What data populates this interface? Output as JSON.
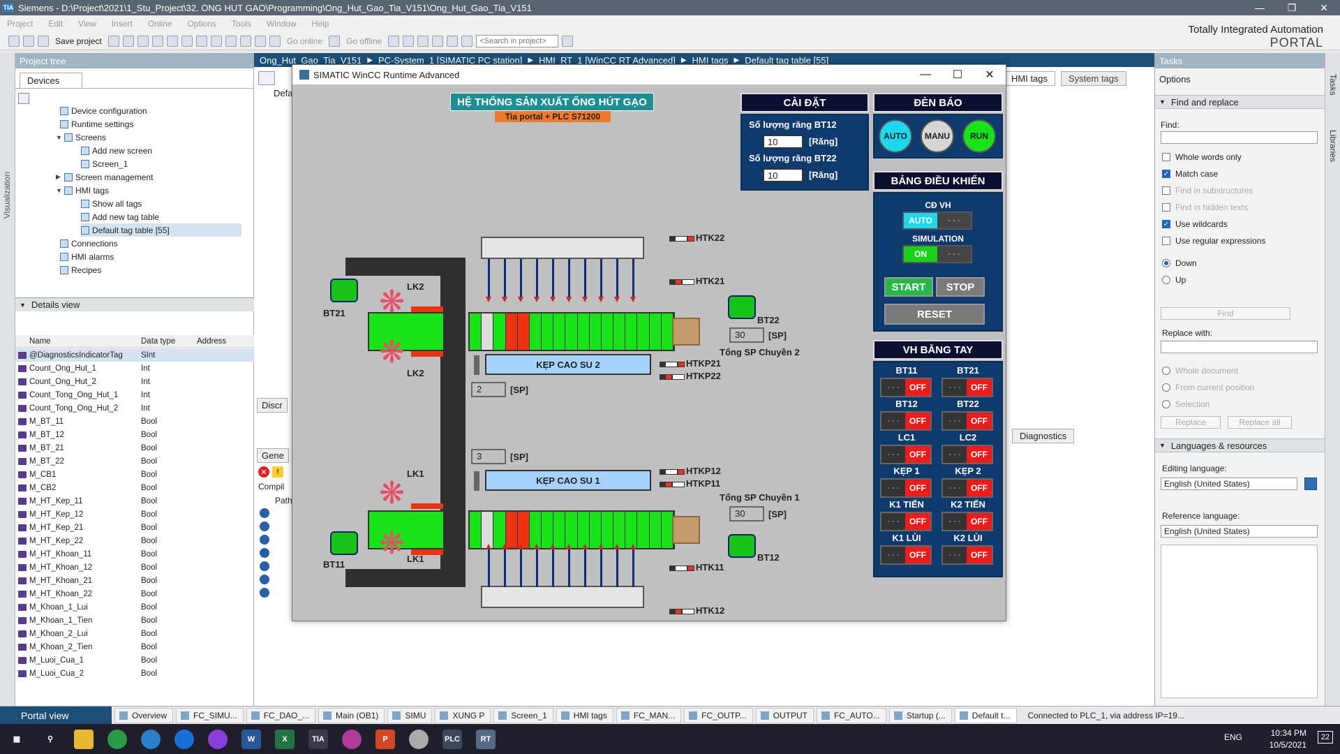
{
  "window": {
    "title": "Siemens  -  D:\\Project\\2021\\1_Stu_Project\\32. ONG HUT GAO\\Programming\\Ong_Hut_Gao_Tia_V151\\Ong_Hut_Gao_Tia_V151"
  },
  "menu": [
    "Project",
    "Edit",
    "View",
    "Insert",
    "Online",
    "Options",
    "Tools",
    "Window",
    "Help"
  ],
  "toolbar": {
    "save": "Save project",
    "go_online": "Go online",
    "go_offline": "Go offline",
    "search_placeholder": "<Search in project>"
  },
  "brand": {
    "line1": "Totally Integrated Automation",
    "line2": "PORTAL"
  },
  "side_strip": "Visualization",
  "project_tree": {
    "title": "Project tree",
    "devices_tab": "Devices",
    "items": [
      {
        "label": "Device configuration",
        "indent": 3
      },
      {
        "label": "Runtime settings",
        "indent": 3
      },
      {
        "label": "Screens",
        "indent": 2,
        "expand": "open"
      },
      {
        "label": "Add new screen",
        "indent": 4
      },
      {
        "label": "Screen_1",
        "indent": 4
      },
      {
        "label": "Screen management",
        "indent": 2,
        "expand": "closed"
      },
      {
        "label": "HMI tags",
        "indent": 2,
        "expand": "open"
      },
      {
        "label": "Show all tags",
        "indent": 4
      },
      {
        "label": "Add new tag table",
        "indent": 4
      },
      {
        "label": "Default tag table [55]",
        "indent": 4,
        "selected": true
      },
      {
        "label": "Connections",
        "indent": 3
      },
      {
        "label": "HMI alarms",
        "indent": 3
      },
      {
        "label": "Recipes",
        "indent": 3
      }
    ],
    "details_view": "Details view",
    "columns": [
      "Name",
      "Data type",
      "Address"
    ],
    "tags": [
      [
        "@DiagnosticsIndicatorTag",
        "SInt"
      ],
      [
        "Count_Ong_Hut_1",
        "Int"
      ],
      [
        "Count_Ong_Hut_2",
        "Int"
      ],
      [
        "Count_Tong_Ong_Hut_1",
        "Int"
      ],
      [
        "Count_Tong_Ong_Hut_2",
        "Int"
      ],
      [
        "M_BT_11",
        "Bool"
      ],
      [
        "M_BT_12",
        "Bool"
      ],
      [
        "M_BT_21",
        "Bool"
      ],
      [
        "M_BT_22",
        "Bool"
      ],
      [
        "M_CB1",
        "Bool"
      ],
      [
        "M_CB2",
        "Bool"
      ],
      [
        "M_HT_Kep_11",
        "Bool"
      ],
      [
        "M_HT_Kep_12",
        "Bool"
      ],
      [
        "M_HT_Kep_21",
        "Bool"
      ],
      [
        "M_HT_Kep_22",
        "Bool"
      ],
      [
        "M_HT_Khoan_11",
        "Bool"
      ],
      [
        "M_HT_Khoan_12",
        "Bool"
      ],
      [
        "M_HT_Khoan_21",
        "Bool"
      ],
      [
        "M_HT_Khoan_22",
        "Bool"
      ],
      [
        "M_Khoan_1_Lui",
        "Bool"
      ],
      [
        "M_Khoan_1_Tien",
        "Bool"
      ],
      [
        "M_Khoan_2_Lui",
        "Bool"
      ],
      [
        "M_Khoan_2_Tien",
        "Bool"
      ],
      [
        "M_Luoi_Cua_1",
        "Bool"
      ],
      [
        "M_Luoi_Cua_2",
        "Bool"
      ]
    ]
  },
  "breadcrumb": [
    "Ong_Hut_Gao_Tia_V151",
    "PC-System_1 [SIMATIC PC station]",
    "HMI_RT_1 [WinCC RT Advanced]",
    "HMI tags",
    "Default tag table [55]"
  ],
  "center_tabs": {
    "hmi_tags": "HMI tags",
    "system_tags": "System tags",
    "defa": "Defa",
    "disc": "Discr",
    "gene": "Gene",
    "compil": "Compil",
    "path": "Path",
    "diagnostics": "Diagnostics"
  },
  "hmi": {
    "title": "SIMATIC WinCC Runtime Advanced",
    "main_title": "HỆ THỐNG SẢN XUẤT ỐNG HÚT GẠO",
    "subtitle": "Tia portal + PLC S71200",
    "settings": {
      "header": "CÀI ĐẶT",
      "bt12_label": "Số lượng răng BT12",
      "bt12_value": "10",
      "bt22_label": "Số lượng răng BT22",
      "bt22_value": "10",
      "unit": "[Răng]"
    },
    "lamps": {
      "header": "ĐÈN BÁO",
      "auto": "AUTO",
      "manu": "MANU",
      "run": "RUN"
    },
    "control": {
      "header": "BẢNG ĐIỀU KHIỂN",
      "mode_label": "CĐ VH",
      "mode_value": "AUTO",
      "sim_label": "SIMULATION",
      "sim_value": "ON",
      "start": "START",
      "stop": "STOP",
      "reset": "RESET"
    },
    "manual": {
      "header": "VH BẰNG TAY",
      "switches": [
        {
          "label": "BT11",
          "state": "OFF"
        },
        {
          "label": "BT21",
          "state": "OFF"
        },
        {
          "label": "BT12",
          "state": "OFF"
        },
        {
          "label": "BT22",
          "state": "OFF"
        },
        {
          "label": "LC1",
          "state": "OFF"
        },
        {
          "label": "LC2",
          "state": "OFF"
        },
        {
          "label": "KẸP 1",
          "state": "OFF"
        },
        {
          "label": "KẸP 2",
          "state": "OFF"
        },
        {
          "label": "K1 TIẾN",
          "state": "OFF"
        },
        {
          "label": "K2 TIẾN",
          "state": "OFF"
        },
        {
          "label": "K1 LÙI",
          "state": "OFF"
        },
        {
          "label": "K2 LÙI",
          "state": "OFF"
        }
      ],
      "off_knob": "- - -"
    },
    "process": {
      "htk22": "HTK22",
      "htk21": "HTK21",
      "htkp21": "HTKP21",
      "htkp22": "HTKP22",
      "htkp12": "HTKP12",
      "htkp11": "HTKP11",
      "htk11": "HTK11",
      "htk12": "HTK12",
      "lk2a": "LK2",
      "lk2b": "LK2",
      "lk1a": "LK1",
      "lk1b": "LK1",
      "bt21": "BT21",
      "bt22": "BT22",
      "bt11": "BT11",
      "bt12": "BT12",
      "kep2": "KẸP CAO SU 2",
      "kep1": "KẸP CAO SU 1",
      "count2": "2",
      "count1": "3",
      "sp": "[SP]",
      "total2_label": "Tổng SP Chuyền 2",
      "total2": "30",
      "total1_label": "Tổng SP Chuyền 1",
      "total1": "30"
    }
  },
  "right_panel": {
    "title": "Tasks",
    "options": "Options",
    "find_replace": "Find and replace",
    "find_label": "Find:",
    "opts": [
      {
        "label": "Whole words only",
        "checked": false,
        "disabled": false
      },
      {
        "label": "Match case",
        "checked": true,
        "disabled": false
      },
      {
        "label": "Find in substructures",
        "checked": false,
        "disabled": true
      },
      {
        "label": "Find in hidden texts",
        "checked": false,
        "disabled": true
      },
      {
        "label": "Use wildcards",
        "checked": true,
        "disabled": false
      },
      {
        "label": "Use regular expressions",
        "checked": false,
        "disabled": false
      }
    ],
    "down": "Down",
    "up": "Up",
    "find_btn": "Find",
    "replace_with": "Replace with:",
    "whole_doc": "Whole document",
    "from_current": "From current position",
    "selection": "Selection",
    "replace_btn": "Replace",
    "replace_all_btn": "Replace all",
    "lang_res": "Languages & resources",
    "editing_lang": "Editing language:",
    "editing_value": "English (United States)",
    "ref_lang": "Reference language:",
    "ref_value": "English (United States)",
    "strip_tasks": "Tasks",
    "strip_libraries": "Libraries"
  },
  "editor_tabs": {
    "portal": "Portal view",
    "tabs": [
      "Overview",
      "FC_SIMU...",
      "FC_DAO_...",
      "Main (OB1)",
      "SIMU",
      "XUNG P",
      "Screen_1",
      "HMI tags",
      "FC_MAN...",
      "FC_OUTP...",
      "OUTPUT",
      "FC_AUTO...",
      "Startup (...",
      "Default t..."
    ],
    "status": "Connected to PLC_1, via address IP=19..."
  },
  "taskbar": {
    "time": "10:34 PM",
    "date": "10/5/2021",
    "lang": "ENG",
    "notif": "22"
  }
}
